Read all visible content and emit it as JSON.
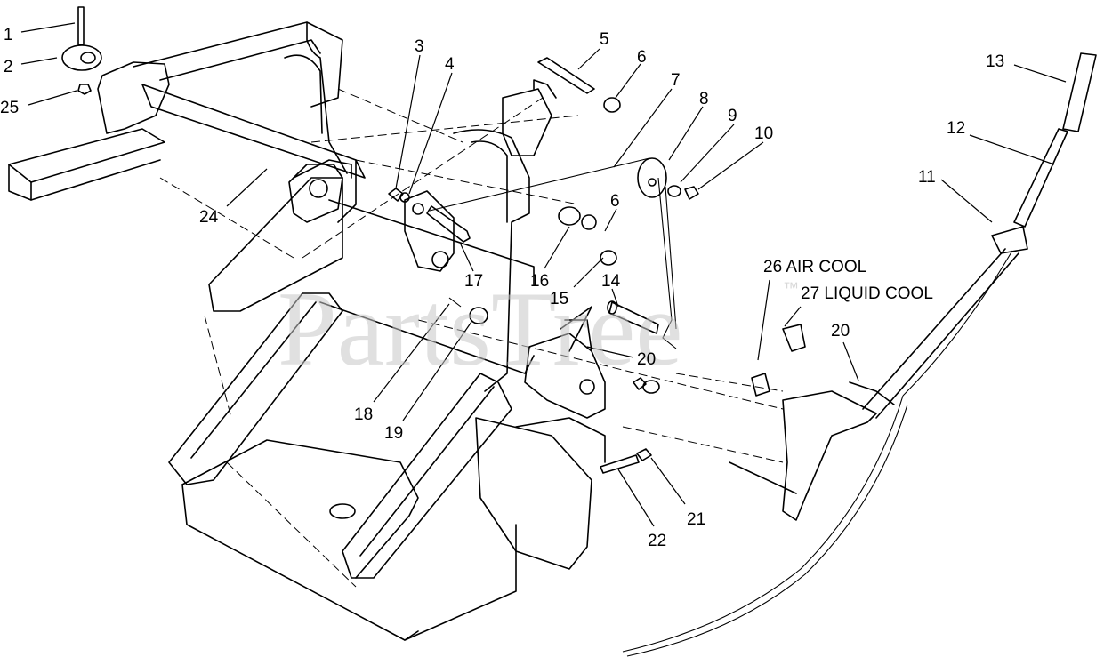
{
  "watermark": {
    "text": "PartsTree",
    "mark": "™"
  },
  "callouts": [
    {
      "id": "c1",
      "text": "1"
    },
    {
      "id": "c2",
      "text": "2"
    },
    {
      "id": "c25",
      "text": "25"
    },
    {
      "id": "c3",
      "text": "3"
    },
    {
      "id": "c4",
      "text": "4"
    },
    {
      "id": "c5",
      "text": "5"
    },
    {
      "id": "c6a",
      "text": "6"
    },
    {
      "id": "c7",
      "text": "7"
    },
    {
      "id": "c8",
      "text": "8"
    },
    {
      "id": "c9",
      "text": "9"
    },
    {
      "id": "c10",
      "text": "10"
    },
    {
      "id": "c13",
      "text": "13"
    },
    {
      "id": "c12",
      "text": "12"
    },
    {
      "id": "c11",
      "text": "11"
    },
    {
      "id": "c24",
      "text": "24"
    },
    {
      "id": "c6b",
      "text": "6"
    },
    {
      "id": "c17",
      "text": "17"
    },
    {
      "id": "c16",
      "text": "16"
    },
    {
      "id": "c15",
      "text": "15"
    },
    {
      "id": "c14",
      "text": "14"
    },
    {
      "id": "c26",
      "text": "26 AIR COOL"
    },
    {
      "id": "c27",
      "text": "27 LIQUID COOL"
    },
    {
      "id": "c20a",
      "text": "20"
    },
    {
      "id": "c20b",
      "text": "20"
    },
    {
      "id": "c18",
      "text": "18"
    },
    {
      "id": "c19",
      "text": "19"
    },
    {
      "id": "c21",
      "text": "21"
    },
    {
      "id": "c22",
      "text": "22"
    }
  ]
}
